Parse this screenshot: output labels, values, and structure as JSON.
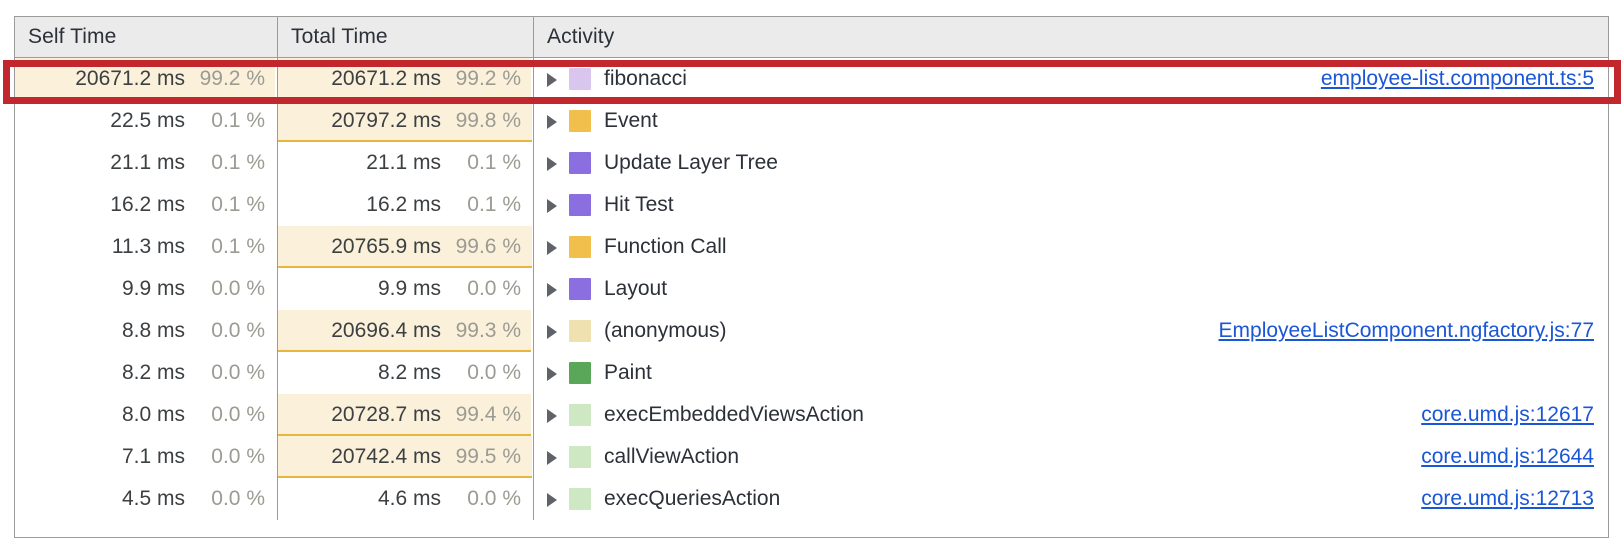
{
  "table": {
    "columns": [
      {
        "key": "self_time",
        "label": "Self Time"
      },
      {
        "key": "total_time",
        "label": "Total Time"
      },
      {
        "key": "activity",
        "label": "Activity"
      }
    ],
    "rows": [
      {
        "self_ms": "20671.2 ms",
        "self_pct": "99.2 %",
        "self_bar_pct": 99.2,
        "self_bar": true,
        "total_ms": "20671.2 ms",
        "total_pct": "99.2 %",
        "total_bar_pct": 99.2,
        "total_bar": true,
        "activity": "fibonacci",
        "swatch_color": "#d8c6ef",
        "source": "employee-list.component.ts:5",
        "highlighted": true
      },
      {
        "self_ms": "22.5 ms",
        "self_pct": "0.1 %",
        "self_bar_pct": 0.1,
        "self_bar": false,
        "total_ms": "20797.2 ms",
        "total_pct": "99.8 %",
        "total_bar_pct": 99.8,
        "total_bar": true,
        "activity": "Event",
        "swatch_color": "#f0bf4c",
        "source": "",
        "highlighted": false
      },
      {
        "self_ms": "21.1 ms",
        "self_pct": "0.1 %",
        "self_bar_pct": 0.1,
        "self_bar": false,
        "total_ms": "21.1 ms",
        "total_pct": "0.1 %",
        "total_bar_pct": 0.1,
        "total_bar": false,
        "activity": "Update Layer Tree",
        "swatch_color": "#8b6fe0",
        "source": "",
        "highlighted": false
      },
      {
        "self_ms": "16.2 ms",
        "self_pct": "0.1 %",
        "self_bar_pct": 0.1,
        "self_bar": false,
        "total_ms": "16.2 ms",
        "total_pct": "0.1 %",
        "total_bar_pct": 0.1,
        "total_bar": false,
        "activity": "Hit Test",
        "swatch_color": "#8b6fe0",
        "source": "",
        "highlighted": false
      },
      {
        "self_ms": "11.3 ms",
        "self_pct": "0.1 %",
        "self_bar_pct": 0.1,
        "self_bar": false,
        "total_ms": "20765.9 ms",
        "total_pct": "99.6 %",
        "total_bar_pct": 99.6,
        "total_bar": true,
        "activity": "Function Call",
        "swatch_color": "#f0bf4c",
        "source": "",
        "highlighted": false
      },
      {
        "self_ms": "9.9 ms",
        "self_pct": "0.0 %",
        "self_bar_pct": 0.0,
        "self_bar": false,
        "total_ms": "9.9 ms",
        "total_pct": "0.0 %",
        "total_bar_pct": 0.0,
        "total_bar": false,
        "activity": "Layout",
        "swatch_color": "#8b6fe0",
        "source": "",
        "highlighted": false
      },
      {
        "self_ms": "8.8 ms",
        "self_pct": "0.0 %",
        "self_bar_pct": 0.0,
        "self_bar": false,
        "total_ms": "20696.4 ms",
        "total_pct": "99.3 %",
        "total_bar_pct": 99.3,
        "total_bar": true,
        "activity": "(anonymous)",
        "swatch_color": "#f0e2b0",
        "source": "EmployeeListComponent.ngfactory.js:77",
        "highlighted": false
      },
      {
        "self_ms": "8.2 ms",
        "self_pct": "0.0 %",
        "self_bar_pct": 0.0,
        "self_bar": false,
        "total_ms": "8.2 ms",
        "total_pct": "0.0 %",
        "total_bar_pct": 0.0,
        "total_bar": false,
        "activity": "Paint",
        "swatch_color": "#5aa75a",
        "source": "",
        "highlighted": false
      },
      {
        "self_ms": "8.0 ms",
        "self_pct": "0.0 %",
        "self_bar_pct": 0.0,
        "self_bar": false,
        "total_ms": "20728.7 ms",
        "total_pct": "99.4 %",
        "total_bar_pct": 99.4,
        "total_bar": true,
        "activity": "execEmbeddedViewsAction",
        "swatch_color": "#cfe8c4",
        "source": "core.umd.js:12617",
        "highlighted": false
      },
      {
        "self_ms": "7.1 ms",
        "self_pct": "0.0 %",
        "self_bar_pct": 0.0,
        "self_bar": false,
        "total_ms": "20742.4 ms",
        "total_pct": "99.5 %",
        "total_bar_pct": 99.5,
        "total_bar": true,
        "activity": "callViewAction",
        "swatch_color": "#cfe8c4",
        "source": "core.umd.js:12644",
        "highlighted": false
      },
      {
        "self_ms": "4.5 ms",
        "self_pct": "0.0 %",
        "self_bar_pct": 0.0,
        "self_bar": false,
        "total_ms": "4.6 ms",
        "total_pct": "0.0 %",
        "total_bar_pct": 0.0,
        "total_bar": false,
        "activity": "execQueriesAction",
        "swatch_color": "#cfe8c4",
        "source": "core.umd.js:12713",
        "highlighted": false
      }
    ]
  },
  "annotation": {
    "highlight_color": "#c1272d",
    "highlighted_row_activity": "fibonacci"
  },
  "colors": {
    "header_bg": "#ebebeb",
    "grid_line": "#9b9b9b",
    "bar_fill": "#fbf0d9",
    "bar_underline": "#e8b63c",
    "link": "#1a56d6",
    "text": "#2c3038",
    "muted_text": "#9b9b94"
  },
  "icons": {
    "disclosure": "triangle-right-icon"
  }
}
